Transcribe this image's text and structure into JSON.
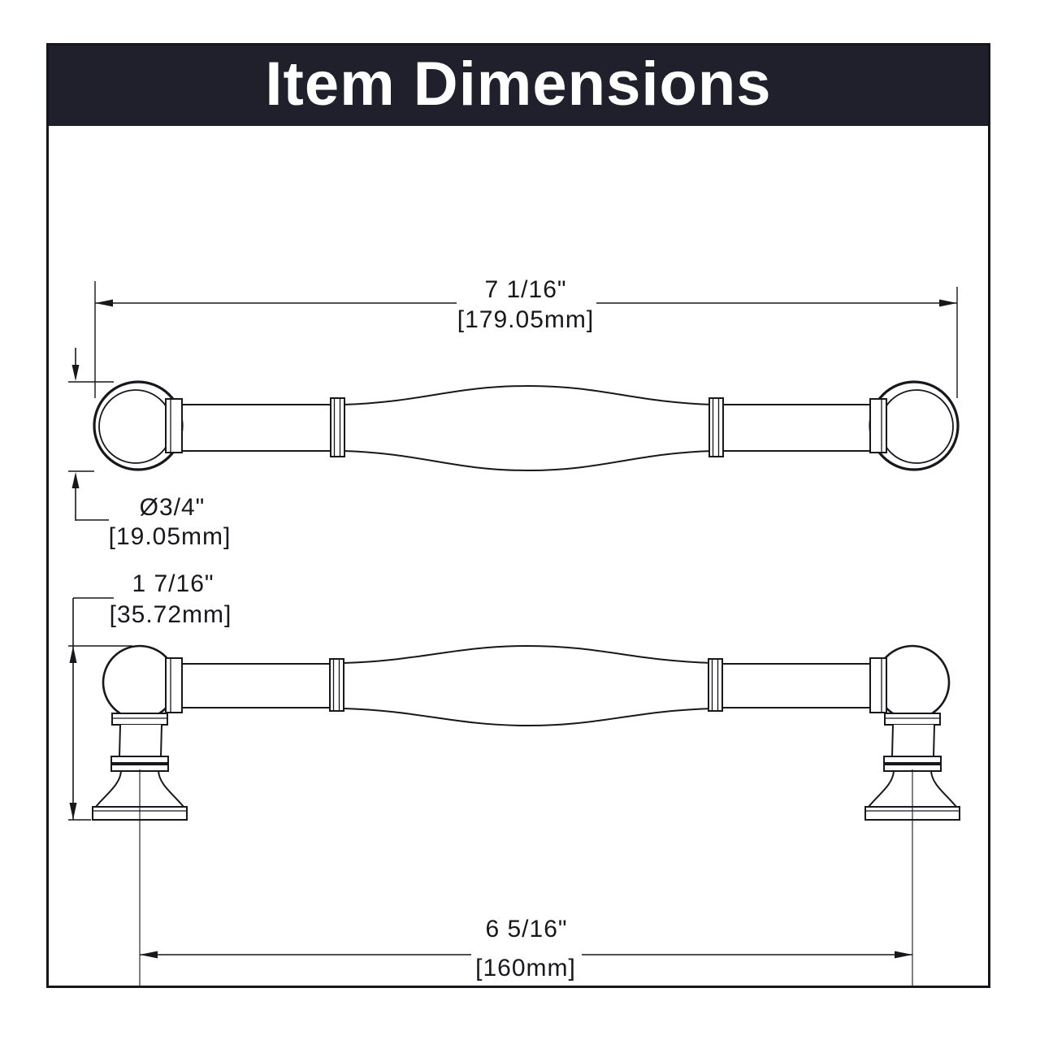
{
  "header": {
    "title": "Item Dimensions"
  },
  "colors": {
    "header_bg": "#20202d",
    "header_text": "#ffffff",
    "line": "#17171d",
    "sheet_bg": "#ffffff",
    "border": "#16161e"
  },
  "dimensions": {
    "overall_length": {
      "label_in": "7 1/16\"",
      "label_mm": "[179.05mm]"
    },
    "end_diameter": {
      "label_in": "Ø3/4\"",
      "label_mm": "[19.05mm]"
    },
    "projection_height": {
      "label_in": "1 7/16\"",
      "label_mm": "[35.72mm]"
    },
    "center_to_center": {
      "label_in": "6 5/16\"",
      "label_mm": "[160mm]"
    }
  }
}
